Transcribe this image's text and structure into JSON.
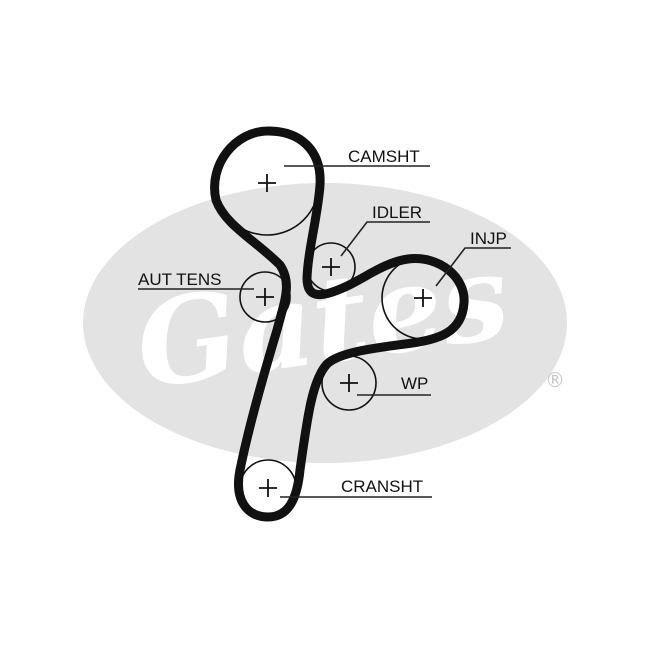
{
  "watermark": {
    "brand": "Gates",
    "registered_mark": "®",
    "color": "#e3e3e3"
  },
  "belt_color": "#111111",
  "pulleys": {
    "camshaft": {
      "label": "CAMSHT"
    },
    "idler": {
      "label": "IDLER"
    },
    "injection_pump": {
      "label": "INJP"
    },
    "auto_tensioner": {
      "label": "AUT TENS"
    },
    "water_pump": {
      "label": "WP"
    },
    "crankshaft": {
      "label": "CRANSHT"
    }
  }
}
